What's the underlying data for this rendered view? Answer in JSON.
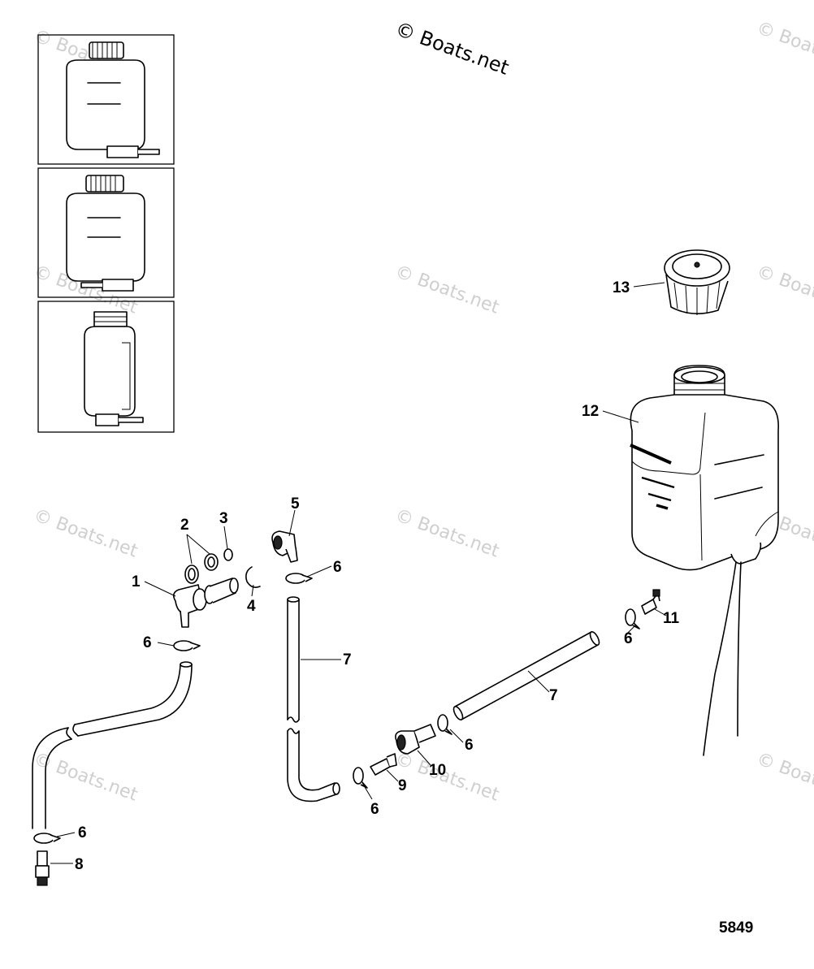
{
  "watermark": {
    "primary": "© Boats.net",
    "faint": "© Boats.net"
  },
  "figure_number": "5849",
  "callouts": {
    "c1": "1",
    "c2": "2",
    "c3": "3",
    "c4": "4",
    "c5": "5",
    "c6a": "6",
    "c6b": "6",
    "c6c": "6",
    "c6d": "6",
    "c6e": "6",
    "c6f": "6",
    "c7a": "7",
    "c7b": "7",
    "c8": "8",
    "c9": "9",
    "c10": "10",
    "c11": "11",
    "c12": "12",
    "c13": "13"
  },
  "colors": {
    "line": "#000000",
    "background": "#ffffff",
    "watermark": "#cfcfcf"
  }
}
